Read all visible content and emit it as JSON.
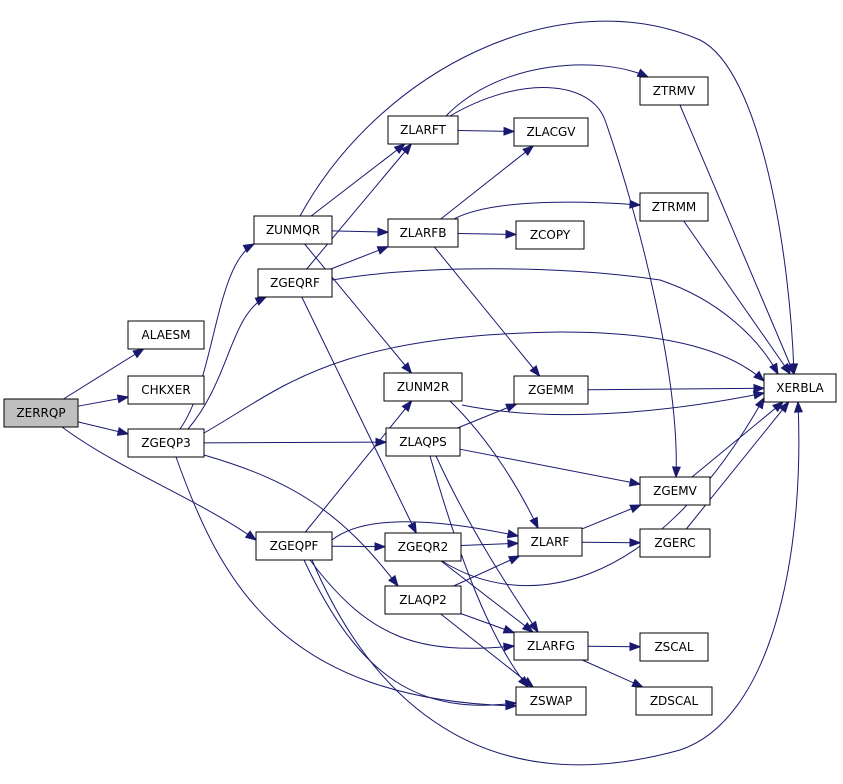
{
  "graph": {
    "root": "ZERRQP",
    "colors": {
      "edge": "#191970",
      "root_fill": "#bfbfbf",
      "node_fill": "#ffffff",
      "border": "#000000"
    },
    "nodes": [
      {
        "id": "ZERRQP",
        "label": "ZERRQP"
      },
      {
        "id": "ALAESM",
        "label": "ALAESM"
      },
      {
        "id": "CHKXER",
        "label": "CHKXER"
      },
      {
        "id": "ZGEQP3",
        "label": "ZGEQP3"
      },
      {
        "id": "ZGEQPF",
        "label": "ZGEQPF"
      },
      {
        "id": "ZUNMQR",
        "label": "ZUNMQR"
      },
      {
        "id": "ZGEQRF",
        "label": "ZGEQRF"
      },
      {
        "id": "ZLARFT",
        "label": "ZLARFT"
      },
      {
        "id": "ZLARFB",
        "label": "ZLARFB"
      },
      {
        "id": "ZUNM2R",
        "label": "ZUNM2R"
      },
      {
        "id": "ZLAQPS",
        "label": "ZLAQPS"
      },
      {
        "id": "ZGEQR2",
        "label": "ZGEQR2"
      },
      {
        "id": "ZLAQP2",
        "label": "ZLAQP2"
      },
      {
        "id": "ZLACGV",
        "label": "ZLACGV"
      },
      {
        "id": "ZCOPY",
        "label": "ZCOPY"
      },
      {
        "id": "ZGEMM",
        "label": "ZGEMM"
      },
      {
        "id": "ZLARF",
        "label": "ZLARF"
      },
      {
        "id": "ZLARFG",
        "label": "ZLARFG"
      },
      {
        "id": "ZSWAP",
        "label": "ZSWAP"
      },
      {
        "id": "ZTRMV",
        "label": "ZTRMV"
      },
      {
        "id": "ZTRMM",
        "label": "ZTRMM"
      },
      {
        "id": "ZGEMV",
        "label": "ZGEMV"
      },
      {
        "id": "ZGERC",
        "label": "ZGERC"
      },
      {
        "id": "ZSCAL",
        "label": "ZSCAL"
      },
      {
        "id": "ZDSCAL",
        "label": "ZDSCAL"
      },
      {
        "id": "XERBLA",
        "label": "XERBLA"
      }
    ],
    "edges": [
      [
        "ZERRQP",
        "ALAESM"
      ],
      [
        "ZERRQP",
        "CHKXER"
      ],
      [
        "ZERRQP",
        "ZGEQP3"
      ],
      [
        "ZERRQP",
        "ZGEQPF"
      ],
      [
        "ZGEQP3",
        "ZUNMQR"
      ],
      [
        "ZGEQP3",
        "ZGEQRF"
      ],
      [
        "ZGEQP3",
        "ZLAQPS"
      ],
      [
        "ZGEQP3",
        "ZLAQP2"
      ],
      [
        "ZGEQP3",
        "ZSWAP"
      ],
      [
        "ZGEQP3",
        "XERBLA"
      ],
      [
        "ZUNMQR",
        "ZLARFT"
      ],
      [
        "ZUNMQR",
        "ZLARFB"
      ],
      [
        "ZUNMQR",
        "ZUNM2R"
      ],
      [
        "ZUNMQR",
        "XERBLA"
      ],
      [
        "ZGEQRF",
        "ZLARFT"
      ],
      [
        "ZGEQRF",
        "ZLARFB"
      ],
      [
        "ZGEQRF",
        "ZGEQR2"
      ],
      [
        "ZGEQRF",
        "XERBLA"
      ],
      [
        "ZLARFT",
        "ZLACGV"
      ],
      [
        "ZLARFT",
        "ZTRMV"
      ],
      [
        "ZLARFT",
        "ZGEMV"
      ],
      [
        "ZLARFB",
        "ZLACGV"
      ],
      [
        "ZLARFB",
        "ZCOPY"
      ],
      [
        "ZLARFB",
        "ZTRMM"
      ],
      [
        "ZLARFB",
        "ZGEMM"
      ],
      [
        "ZUNM2R",
        "ZLARF"
      ],
      [
        "ZUNM2R",
        "XERBLA"
      ],
      [
        "ZLAQPS",
        "ZGEMM"
      ],
      [
        "ZLAQPS",
        "ZGEMV"
      ],
      [
        "ZLAQPS",
        "ZLARFG"
      ],
      [
        "ZLAQPS",
        "ZSWAP"
      ],
      [
        "ZGEQPF",
        "ZUNM2R"
      ],
      [
        "ZGEQPF",
        "ZGEQR2"
      ],
      [
        "ZGEQPF",
        "ZLARF"
      ],
      [
        "ZGEQPF",
        "ZLARFG"
      ],
      [
        "ZGEQPF",
        "ZSWAP"
      ],
      [
        "ZGEQPF",
        "XERBLA"
      ],
      [
        "ZGEQR2",
        "ZLARF"
      ],
      [
        "ZGEQR2",
        "ZLARFG"
      ],
      [
        "ZGEQR2",
        "XERBLA"
      ],
      [
        "ZLAQP2",
        "ZLARF"
      ],
      [
        "ZLAQP2",
        "ZLARFG"
      ],
      [
        "ZLAQP2",
        "ZSWAP"
      ],
      [
        "ZGEMM",
        "XERBLA"
      ],
      [
        "ZLARF",
        "ZGEMV"
      ],
      [
        "ZLARF",
        "ZGERC"
      ],
      [
        "ZLARFG",
        "ZSCAL"
      ],
      [
        "ZLARFG",
        "ZDSCAL"
      ],
      [
        "ZTRMV",
        "XERBLA"
      ],
      [
        "ZTRMM",
        "XERBLA"
      ],
      [
        "ZGEMV",
        "XERBLA"
      ],
      [
        "ZGERC",
        "XERBLA"
      ]
    ]
  }
}
